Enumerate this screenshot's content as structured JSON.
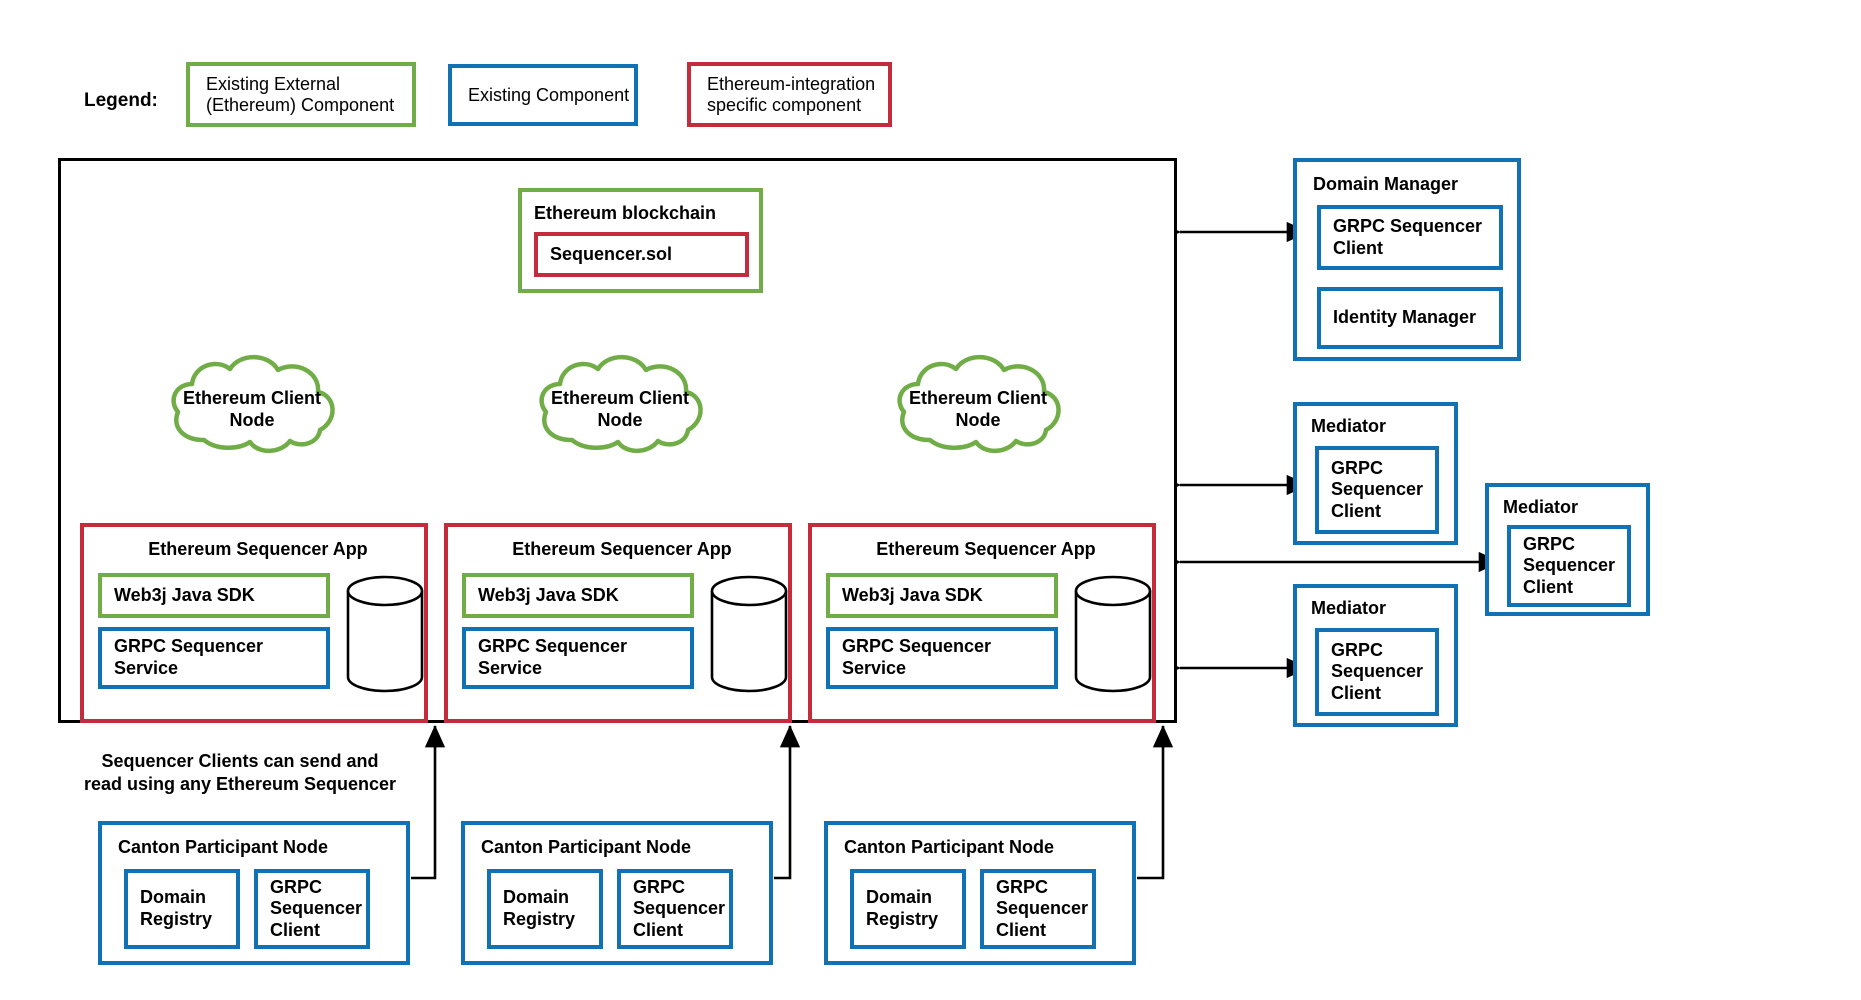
{
  "legend": {
    "title": "Legend:",
    "items": [
      {
        "label": "Existing External\n(Ethereum) Component",
        "color": "#70ad47",
        "kind": "external-ethereum"
      },
      {
        "label": "Existing Component",
        "color": "#1072b5",
        "kind": "existing"
      },
      {
        "label": "Ethereum-integration\nspecific component",
        "color": "#c42b3c",
        "kind": "ethereum-integration"
      }
    ]
  },
  "blockchain": {
    "title": "Ethereum blockchain",
    "contract": "Sequencer.sol"
  },
  "clouds": [
    {
      "label": "Ethereum Client\nNode"
    },
    {
      "label": "Ethereum Client\nNode"
    },
    {
      "label": "Ethereum Client\nNode"
    }
  ],
  "sequencer_apps": [
    {
      "title": "Ethereum Sequencer App",
      "sdk": "Web3j Java SDK",
      "service": "GRPC Sequencer\nService"
    },
    {
      "title": "Ethereum Sequencer App",
      "sdk": "Web3j Java SDK",
      "service": "GRPC Sequencer\nService"
    },
    {
      "title": "Ethereum Sequencer App",
      "sdk": "Web3j Java SDK",
      "service": "GRPC Sequencer\nService"
    }
  ],
  "domain_manager": {
    "title": "Domain Manager",
    "grpc_client": "GRPC Sequencer\nClient",
    "identity_manager": "Identity Manager"
  },
  "mediators": [
    {
      "title": "Mediator",
      "grpc_client": "GRPC\nSequencer\nClient"
    },
    {
      "title": "Mediator",
      "grpc_client": "GRPC\nSequencer\nClient"
    },
    {
      "title": "Mediator",
      "grpc_client": "GRPC\nSequencer\nClient"
    }
  ],
  "note": "Sequencer Clients can send and\nread using any Ethereum Sequencer",
  "participants": [
    {
      "title": "Canton Participant Node",
      "domain_registry": "Domain\nRegistry",
      "grpc_client": "GRPC\nSequencer\nClient"
    },
    {
      "title": "Canton Participant Node",
      "domain_registry": "Domain\nRegistry",
      "grpc_client": "GRPC\nSequencer\nClient"
    },
    {
      "title": "Canton Participant Node",
      "domain_registry": "Domain\nRegistry",
      "grpc_client": "GRPC\nSequencer\nClient"
    }
  ],
  "colors": {
    "green": "#70ad47",
    "blue": "#1072b5",
    "red": "#c42b3c",
    "black": "#000000"
  }
}
